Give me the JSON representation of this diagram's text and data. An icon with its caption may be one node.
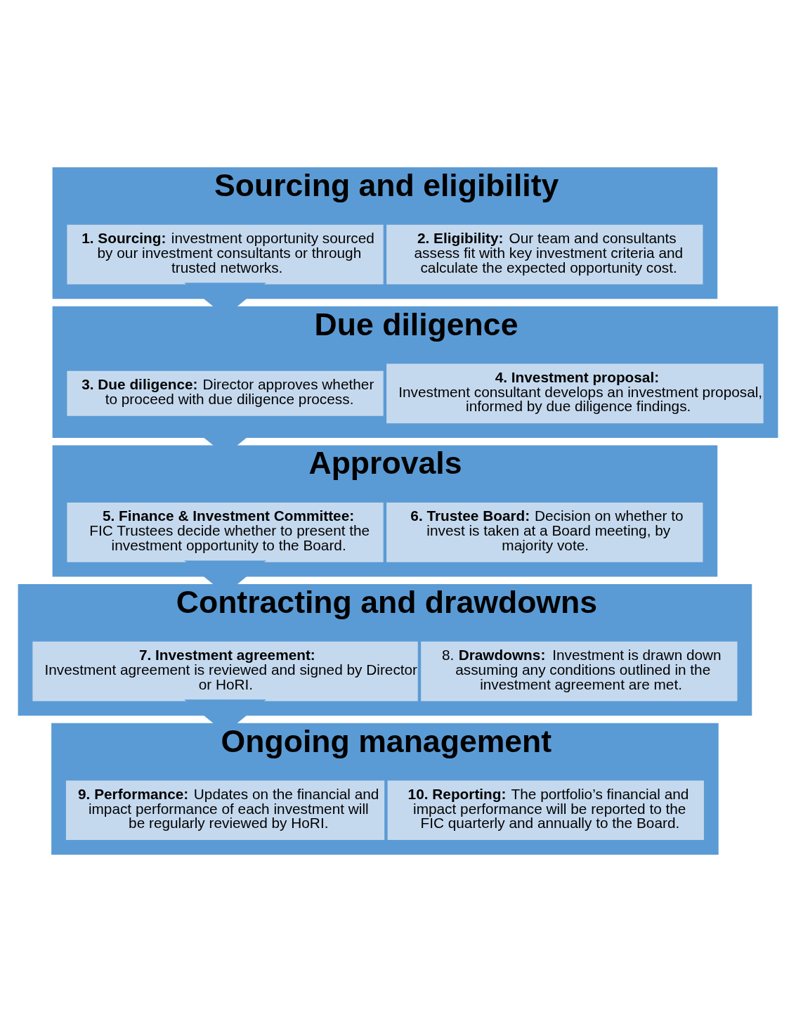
{
  "diagram": {
    "nodes": [
      {
        "text": [
          "Sourcing and eligibility"
        ]
      },
      {
        "text": [
          "**1. Sourcing:** investment opportunity sourced by our investment consultants or through trusted networks."
        ],
        "in": 0
      },
      {
        "text": [
          "**2. Eligibility:** Our team and consultants assess fit with key investment criteria and calculate the expected opportunity cost."
        ],
        "in": 0
      },
      {
        "text": [
          "Due diligence"
        ]
      },
      {
        "text": [
          "**3. Due diligence:** Director approves whether to proceed with due diligence process."
        ],
        "in": 3
      },
      {
        "text": [
          "**4. Investment proposal:** Investment consultant develops an investment proposal, informed by due diligence findings."
        ],
        "in": 3
      },
      {
        "text": [
          "Approvals"
        ]
      },
      {
        "text": [
          "**5. Finance & Investment Committee:** FIC Trustees decide whether to present the investment opportunity to the Board."
        ],
        "in": 6
      },
      {
        "text": [
          "**6. Trustee Board:** Decision on whether to invest is taken at a Board meeting, by majority vote."
        ],
        "in": 6
      },
      {
        "text": [
          "Contracting and drawdowns"
        ]
      },
      {
        "text": [
          "**7. Investment agreement:** Investment agreement is reviewed and signed by Director or HoRI."
        ],
        "in": 9
      },
      {
        "text": [
          "8. **Drawdowns:** Investment is drawn down assuming any conditions outlined in the investment agreement are met."
        ],
        "in": 9
      },
      {
        "text": [
          "Ongoing management"
        ]
      },
      {
        "text": [
          "**9. Performance:** Updates on the financial and impact performance of each investment will be regularly reviewed by HoRI."
        ],
        "in": 12
      },
      {
        "text": [
          "**10. Reporting:** The portfolio’s financial and impact performance will be reported to the FIC quarterly and annually to the Board."
        ],
        "in": 12
      }
    ],
    "edges": [
      {
        "from": 0,
        "to": 3,
        "arrow": "to"
      },
      {
        "from": 3,
        "to": 6,
        "arrow": "to"
      },
      {
        "from": 6,
        "to": 9,
        "arrow": "to"
      },
      {
        "from": 9,
        "to": 12,
        "arrow": "to"
      }
    ]
  }
}
